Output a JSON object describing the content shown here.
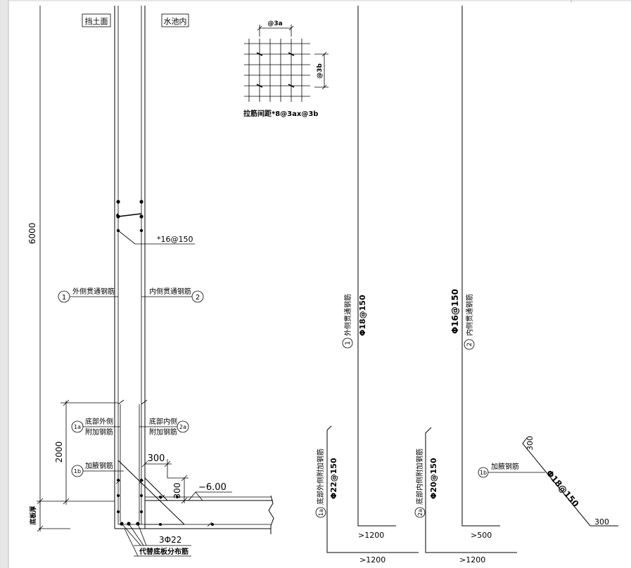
{
  "labels": {
    "soil_side": "挡土面",
    "pool_side": "水池内",
    "tie_caption": "拉筋间距*8@3ax@3b",
    "grid_dim_a": "@3a",
    "grid_dim_b": "@3b",
    "height_total": "6000",
    "height_bottom": "2000",
    "slab_thickness": "底板厚",
    "tie_bar": "*16@150",
    "outer_through": "外侧贯通钢筋",
    "inner_through": "内侧贯通钢筋",
    "bottom_outer_add": [
      "底部外侧",
      "附加钢筋"
    ],
    "bottom_inner_add": [
      "底部内侧",
      "附加钢筋"
    ],
    "haunch_bar": "加腋钢筋",
    "haunch_dim": "300",
    "haunch_height": "300",
    "elevation": "−6.00",
    "corner_bars": "3Φ22",
    "replace_slab": "代替底板分布筋",
    "marker_1": "1",
    "marker_2": "2",
    "marker_1a": "1a",
    "marker_2a": "2a",
    "marker_1b": "1b"
  },
  "details": {
    "bar1_name": "外侧贯通钢筋",
    "bar1_spec": "Φ18@150",
    "bar1_anchor": ">1200",
    "bar2_name": "内侧贯通钢筋",
    "bar2_spec": "Φ16@150",
    "bar2_anchor": ">500",
    "bar1a_name": "底部外侧附加钢筋",
    "bar1a_spec": "Φ22@150",
    "bar1a_anchor": ">1200",
    "bar2a_name": "底部内侧附加钢筋",
    "bar2a_spec": "Φ20@150",
    "bar2a_anchor": ">1200",
    "bar1b_name": "加腋钢筋",
    "bar1b_spec": "Φ18@150",
    "bar1b_leg_a": "300",
    "bar1b_leg_b": "300"
  }
}
